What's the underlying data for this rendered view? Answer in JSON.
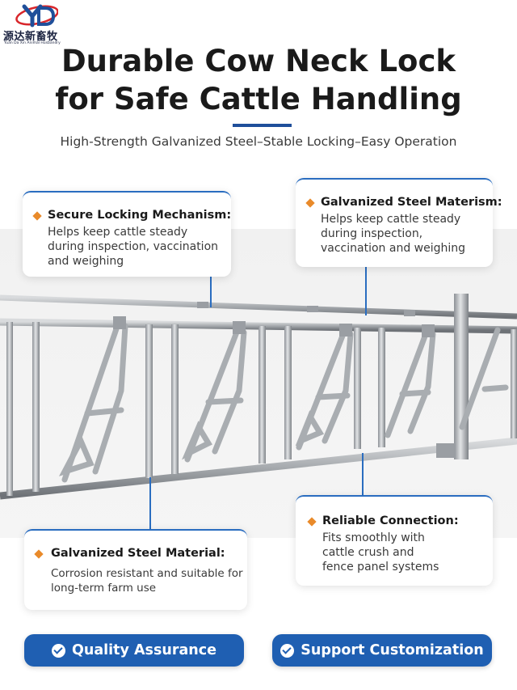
{
  "brand": {
    "name_cn": "源达新畜牧",
    "name_en": "Yuan Da Xin Animal Husbandry",
    "logo_icon": "yd-logo-icon",
    "colors": {
      "red": "#d8262b",
      "blue": "#1f4f9a"
    }
  },
  "hero": {
    "title_line1": "Durable Cow Neck Lock",
    "title_line2": "for Safe Cattle Handling",
    "subtitle": "High-Strength Galvanized Steel–Stable Locking–Easy Operation"
  },
  "features": [
    {
      "title": "Secure Locking Mechanism:",
      "lines": [
        "Helps keep cattle steady",
        "during inspection, vaccination",
        "and weighing"
      ]
    },
    {
      "title": "Galvanized Steel Materism:",
      "lines": [
        "Helps keep cattle steady",
        "during inspection,",
        "vaccination and weighing"
      ]
    },
    {
      "title": "Galvanized Steel Material:",
      "lines": [
        "Corrosion resistant and suitable for",
        "long-term farm use"
      ]
    },
    {
      "title": "Reliable Connection:",
      "lines": [
        "Fits smoothly with",
        "cattle crush and",
        "fence panel systems"
      ]
    }
  ],
  "buttons": [
    {
      "label": "Quality Assurance",
      "icon": "check-circle-icon"
    },
    {
      "label": "Support Customization",
      "icon": "check-circle-icon"
    }
  ],
  "colors": {
    "accent": "#1f5fb2",
    "bullet": "#e98a2a",
    "text": "#1a1a1a"
  }
}
